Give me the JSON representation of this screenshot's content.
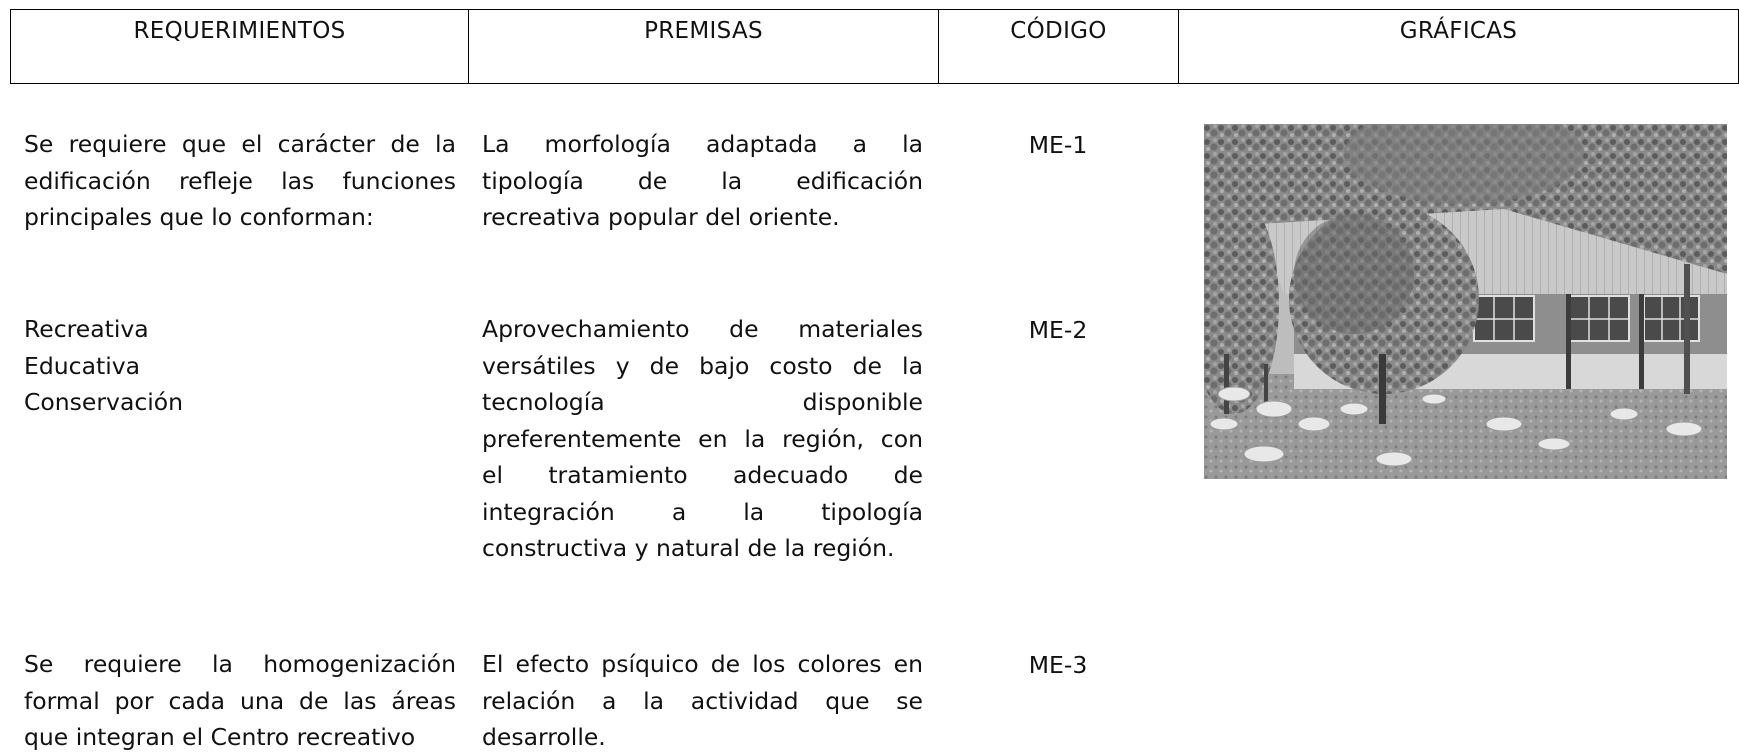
{
  "header": {
    "col1": "REQUERIMIENTOS",
    "col2": "PREMISAS",
    "col3": "CÓDIGO",
    "col4": "GRÁFICAS"
  },
  "rows": [
    {
      "requirement_lines": [
        "Se requiere que el carácter de la",
        "edificación refleje las funciones",
        "principales que lo conforman:"
      ],
      "premise_lines": [
        "La morfología adaptada a la",
        "tipología de la edificación",
        "recreativa popular del oriente."
      ],
      "code": "ME-1"
    },
    {
      "requirement_lines": [
        "Recreativa",
        "Educativa",
        "Conservación"
      ],
      "premise_lines": [
        "Aprovechamiento de materiales",
        "versátiles y de bajo costo de la",
        "tecnología disponible",
        "preferentemente en la región, con",
        "el tratamiento adecuado de",
        "integración a la tipología",
        "constructiva y natural de la región."
      ],
      "code": "ME-2"
    },
    {
      "requirement_lines": [
        "Se requiere la homogenización",
        "formal por cada una de las áreas",
        "que integran el Centro recreativo"
      ],
      "premise_lines": [
        "El efecto psíquico de los colores en",
        "relación a la actividad que se",
        "desarrolle."
      ],
      "code": "ME-3"
    }
  ],
  "graphic": {
    "icon": "building-photo-icon"
  }
}
